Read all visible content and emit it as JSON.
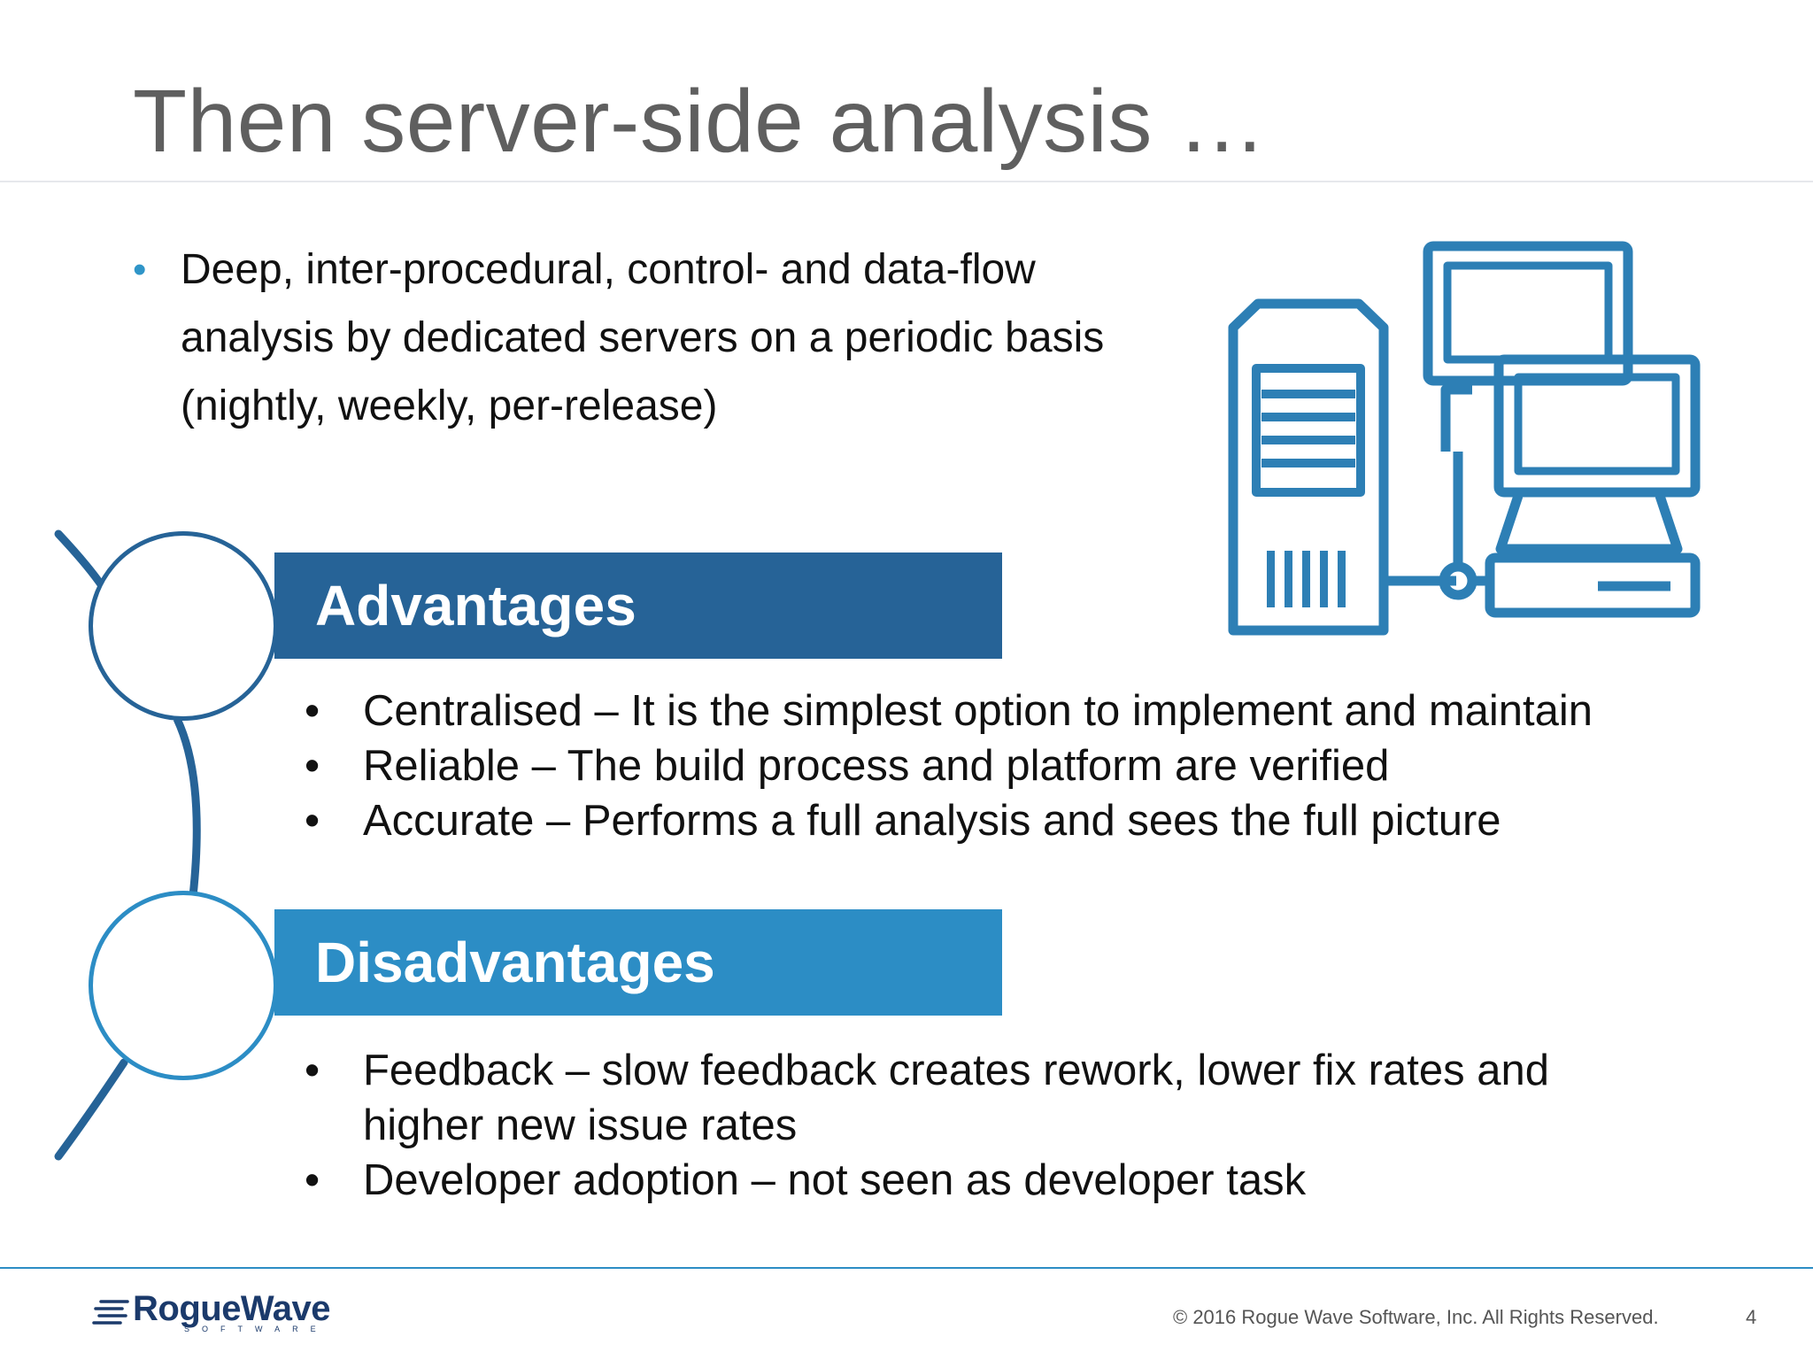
{
  "title": "Then server-side analysis …",
  "intro": {
    "bullet": "•",
    "lines": [
      "Deep, inter-procedural, control- and data-flow",
      "analysis by dedicated servers on a periodic basis",
      "(nightly, weekly, per-release)"
    ]
  },
  "illustration": {
    "icon": "server-and-workstations-icon",
    "color": "#2d7fb5"
  },
  "advantages": {
    "heading": "Advantages",
    "color": "#266397",
    "bullet": "•",
    "items": [
      "Centralised – It is the simplest option to implement and maintain",
      "Reliable – The build process and platform are verified",
      "Accurate – Performs a full analysis and sees the full picture"
    ]
  },
  "disadvantages": {
    "heading": "Disadvantages",
    "color": "#2c8dc5",
    "bullet": "•",
    "items": [
      "Feedback – slow feedback creates rework, lower fix rates and",
      "higher new issue rates",
      "Developer adoption – not seen as developer task"
    ]
  },
  "footer": {
    "logo_text": "RogueWave",
    "logo_subtext": "SOFTWARE",
    "copyright": "© 2016 Rogue Wave Software, Inc. All Rights Reserved.",
    "page_number": "4"
  }
}
